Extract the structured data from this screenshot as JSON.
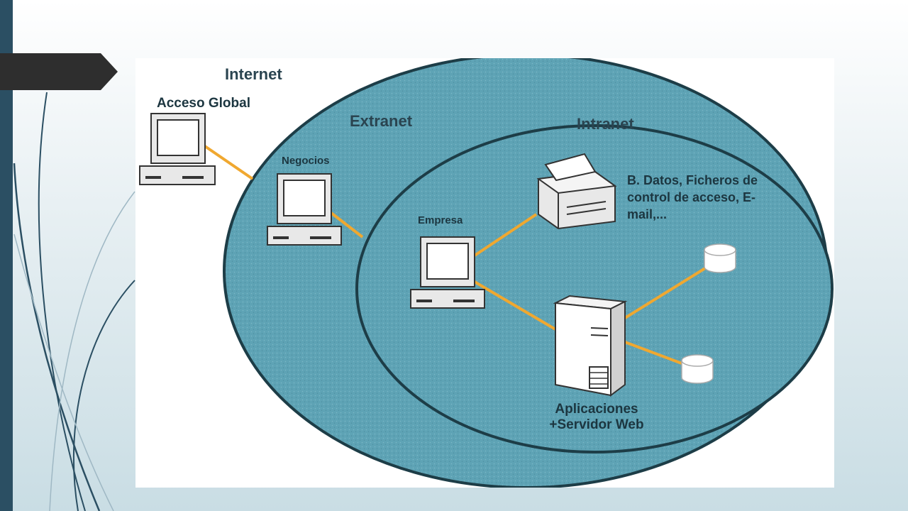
{
  "slide": {
    "accent_color": "#2b4f63",
    "tab_color": "#2e2e2e"
  },
  "diagram": {
    "zones": {
      "internet": "Internet",
      "extranet": "Extranet",
      "intranet": "Intranet"
    },
    "nodes": {
      "acceso_global": "Acceso Global",
      "negocios": "Negocios",
      "empresa": "Empresa",
      "servicios": "B. Datos, Ficheros de control de acceso, E-mail,...",
      "aplicaciones_line1": "Aplicaciones",
      "aplicaciones_line2": "+Servidor Web"
    },
    "colors": {
      "zone_fill": "#5ea3b5",
      "zone_stroke": "#1d3d47",
      "link": "#f0a830"
    },
    "icons": [
      "desktop-computer-icon",
      "printer-icon",
      "server-tower-icon",
      "database-icon"
    ]
  }
}
